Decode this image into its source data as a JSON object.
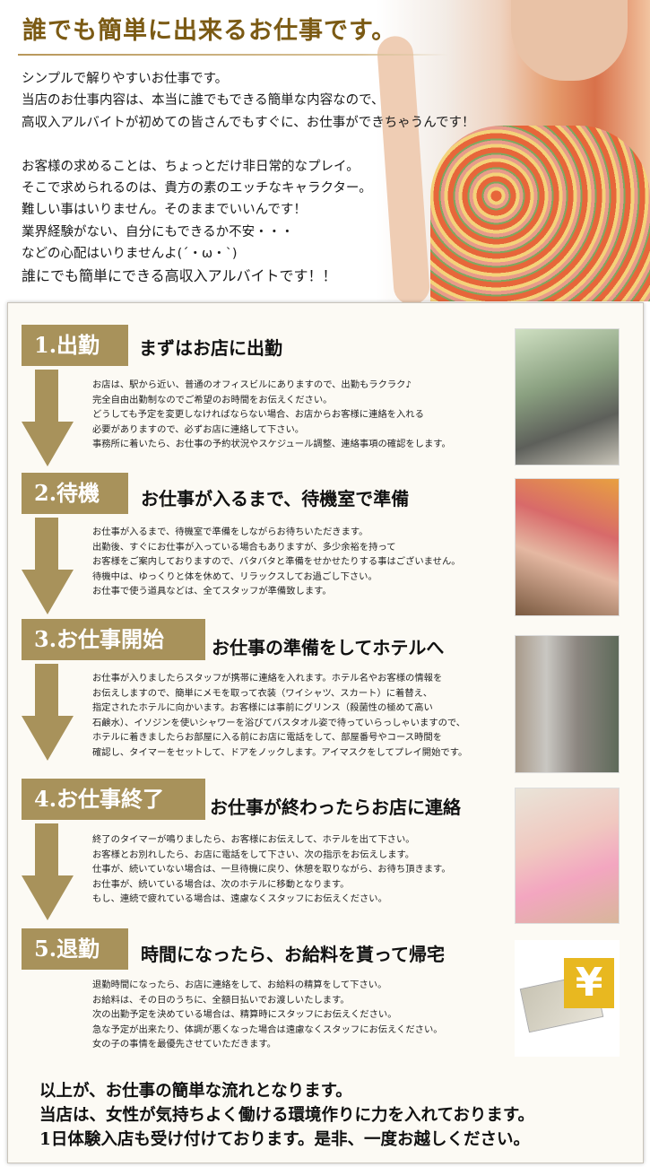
{
  "hero": {
    "title": "誰でも簡単に出来るお仕事です。",
    "intro_lines": [
      "シンプルで解りやすいお仕事です。",
      "当店のお仕事内容は、本当に誰でもできる簡単な内容なので、",
      "高収入アルバイトが初めての皆さんでもすぐに、お仕事ができちゃうんです！",
      "",
      "お客様の求めることは、ちょっとだけ非日常的なプレイ。",
      "そこで求められるのは、貴方の素のエッチなキャラクター。",
      "難しい事はいりません。そのままでいいんです！",
      "業界経験がない、自分にもできるか不安・・・",
      "などの心配はいりませんよ(´・ω・`)",
      "誰にでも簡単にできる高収入アルバイトです！！"
    ]
  },
  "steps": [
    {
      "label": "1.出勤",
      "title": "まずはお店に出勤",
      "body": "お店は、駅から近い、普通のオフィスビルにありますので、出勤もラクラク♪\n完全自由出勤制なのでご希望のお時間をお伝えください。\nどうしても予定を変更しなければならない場合、お店からお客様に連絡を入れる\n必要がありますので、必ずお店に連絡して下さい。\n事務所に着いたら、お仕事の予約状況やスケジュール調整、連絡事項の確認をします。"
    },
    {
      "label": "2.待機",
      "title": "お仕事が入るまで、待機室で準備",
      "body": "お仕事が入るまで、待機室で準備をしながらお待ちいただきます。\n出勤後、すぐにお仕事が入っている場合もありますが、多少余裕を持って\nお客様をご案内しておりますので、バタバタと準備をせかせたりする事はございません。\n待機中は、ゆっくりと体を休めて、リラックスしてお過ごし下さい。\nお仕事で使う道具などは、全てスタッフが準備致します。"
    },
    {
      "label": "3.お仕事開始",
      "title": "お仕事の準備をしてホテルへ",
      "body": "お仕事が入りましたらスタッフが携帯に連絡を入れます。ホテル名やお客様の情報を\nお伝えしますので、簡単にメモを取って衣装（ワイシャツ、スカート）に着替え、\n指定されたホテルに向かいます。お客様には事前にグリンス（殺菌性の極めて高い\n石鹸水）、イソジンを使いシャワーを浴びてバスタオル姿で待っていらっしゃいますので、\nホテルに着きましたらお部屋に入る前にお店に電話をして、部屋番号やコース時間を\n確認し、タイマーをセットして、ドアをノックします。アイマスクをしてプレイ開始です。"
    },
    {
      "label": "4.お仕事終了",
      "title": "お仕事が終わったらお店に連絡",
      "body": "終了のタイマーが鳴りましたら、お客様にお伝えして、ホテルを出て下さい。\nお客様とお別れしたら、お店に電話をして下さい、次の指示をお伝えします。\n仕事が、続いていない場合は、一旦待機に戻り、休憩を取りながら、お待ち頂きます。\nお仕事が、続いている場合は、次のホテルに移動となります。\nもし、連続で疲れている場合は、遠慮なくスタッフにお伝えください。"
    },
    {
      "label": "5.退勤",
      "title": "時間になったら、お給料を貰って帰宅",
      "body": "退勤時間になったら、お店に連絡をして、お給料の精算をして下さい。\nお給料は、その日のうちに、全額日払いでお渡しいたします。\n次の出勤予定を決めている場合は、精算時にスタッフにお伝えください。\n急な予定が出来たり、体調が悪くなった場合は遠慮なくスタッフにお伝えください。\n女の子の事情を最優先させていただきます。"
    }
  ],
  "closing": "以上が、お仕事の簡単な流れとなります。\n当店は、女性が気持ちよく働ける環境作りに力を入れております。\n1日体験入店も受け付けております。是非、一度お越しください。",
  "colors": {
    "accent": "#a8925b",
    "title": "#7b5a14",
    "panel": "#fcfaf4"
  }
}
